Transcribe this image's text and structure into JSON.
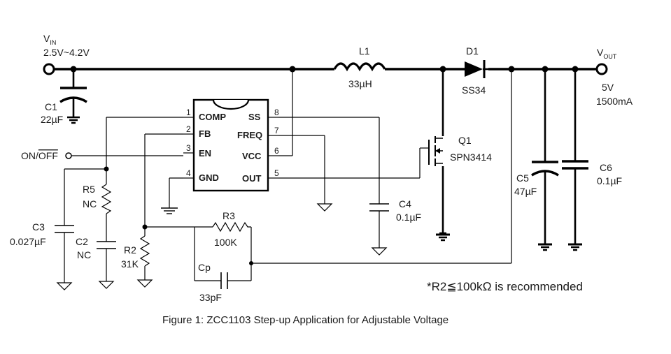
{
  "vin": {
    "label": "V",
    "sub": "IN",
    "range": "2.5V~4.2V"
  },
  "vout": {
    "label": "V",
    "sub": "OUT",
    "voltage": "5V",
    "current": "1500mA"
  },
  "ic": {
    "pins_left": [
      {
        "num": "1",
        "name": "COMP"
      },
      {
        "num": "2",
        "name": "FB"
      },
      {
        "num": "3",
        "name": "EN"
      },
      {
        "num": "4",
        "name": "GND"
      }
    ],
    "pins_right": [
      {
        "num": "8",
        "name": "SS"
      },
      {
        "num": "7",
        "name": "FREQ"
      },
      {
        "num": "6",
        "name": "VCC"
      },
      {
        "num": "5",
        "name": "OUT"
      }
    ]
  },
  "components": {
    "L1": {
      "ref": "L1",
      "value": "33µH"
    },
    "D1": {
      "ref": "D1",
      "value": "SS34"
    },
    "Q1": {
      "ref": "Q1",
      "value": "SPN3414"
    },
    "C1": {
      "ref": "C1",
      "value": "22µF"
    },
    "C2": {
      "ref": "C2",
      "value": "NC"
    },
    "C3": {
      "ref": "C3",
      "value": "0.027µF"
    },
    "C4": {
      "ref": "C4",
      "value": "0.1µF"
    },
    "C5": {
      "ref": "C5",
      "value": "47µF"
    },
    "C6": {
      "ref": "C6",
      "value": "0.1µF"
    },
    "R2": {
      "ref": "R2",
      "value": "31K"
    },
    "R3": {
      "ref": "R3",
      "value": "100K"
    },
    "R5": {
      "ref": "R5",
      "value": "NC"
    },
    "Cp": {
      "ref": "Cp",
      "value": "33pF"
    }
  },
  "enable": {
    "label": "ON/OFF",
    "label_on": "ON/",
    "label_off": "OFF"
  },
  "note": "*R2≦100kΩ is recommended",
  "caption": "Figure 1: ZCC1103 Step-up Application for Adjustable Voltage"
}
